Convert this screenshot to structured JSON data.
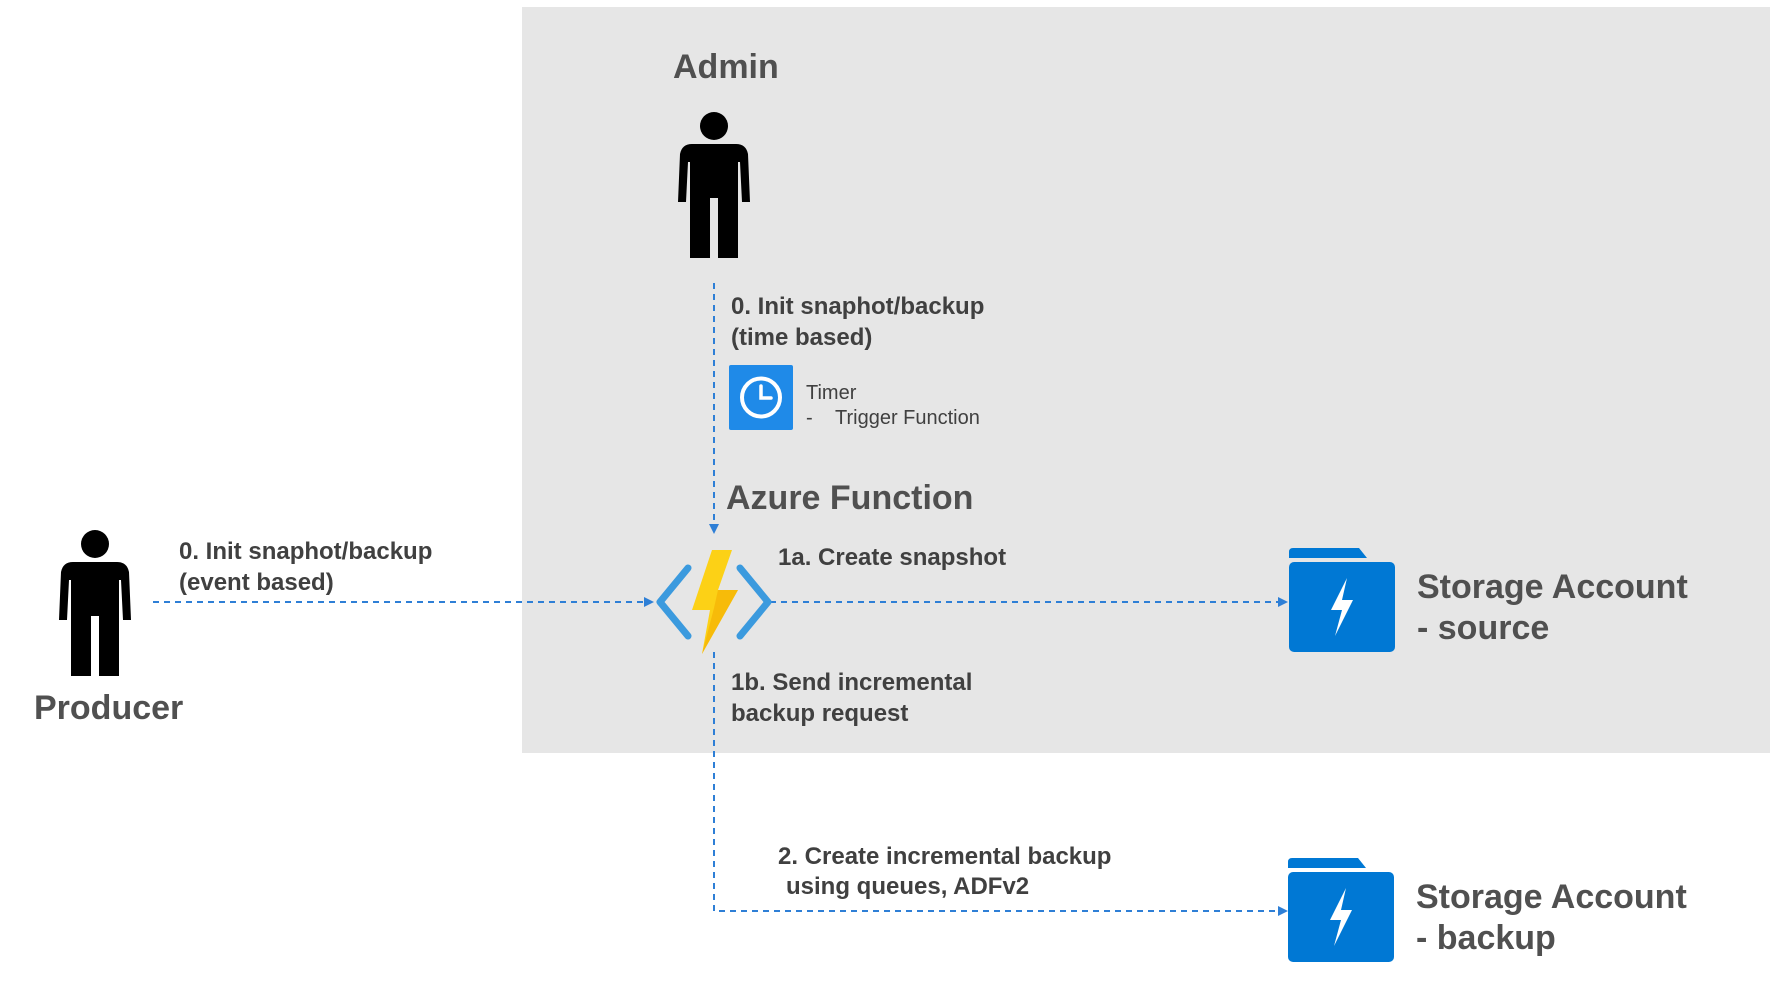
{
  "diagram": {
    "admin_label": "Admin",
    "producer_label": "Producer",
    "time_based_trigger": {
      "line1": "0. Init snaphot/backup",
      "line2": "(time based)"
    },
    "timer": {
      "title": "Timer",
      "bullet": "-",
      "subtitle": "Trigger Function"
    },
    "azure_function_label": "Azure Function",
    "event_based_trigger": {
      "line1": "0. Init snaphot/backup",
      "line2": "(event based)"
    },
    "step_1a": "1a. Create snapshot",
    "step_1b": {
      "line1": "1b. Send incremental",
      "line2": "backup request"
    },
    "step_2": {
      "line1": "2. Create incremental backup",
      "line2": "using queues, ADFv2"
    },
    "storage_source": {
      "line1": "Storage Account",
      "line2": "- source"
    },
    "storage_backup": {
      "line1": "Storage Account",
      "line2": "- backup"
    }
  },
  "colors": {
    "region_bg": "#e6e6e6",
    "connector": "#2e7fd6",
    "storage_blue": "#0078d4",
    "timer_blue": "#1f8ae8",
    "bolt_yellow": "#fcd116",
    "function_bracket": "#3b9ade"
  },
  "icons": [
    "person-icon",
    "timer-icon",
    "azure-function-icon",
    "storage-account-icon"
  ]
}
